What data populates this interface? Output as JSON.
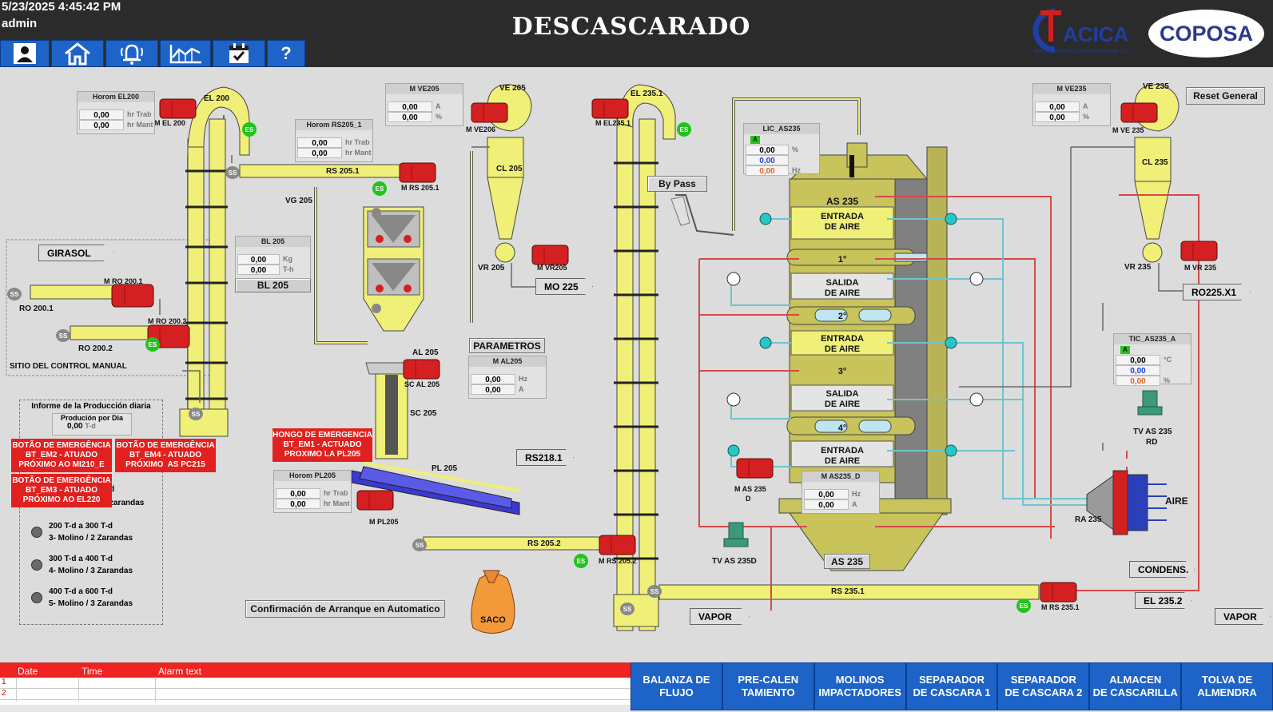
{
  "header": {
    "datetime": "5/23/2025 4:45:42 PM",
    "user": "admin",
    "title": "DESCASCARADO",
    "logo_left_text": "ACICA",
    "logo_left_tagline": "AUTOMATIZACION Y CONTROL INDUSTRIAL, C.A.",
    "logo_right_text": "COPOSA"
  },
  "nav_icons": [
    "user-icon",
    "home-icon",
    "bell-icon",
    "trend-icon",
    "calendar-icon",
    "help-icon"
  ],
  "help_glyph": "?",
  "reset_label": "Reset General",
  "bypass_label": "By Pass",
  "parametros_label": "PARAMETROS",
  "confirm_label": "Confirmación de Arranque en Automatico",
  "equipment": {
    "el200": "EL 200",
    "m_el200": "M EL 200",
    "el235": "EL 235.1",
    "m_el235": "M EL235.1",
    "rs205": "RS 205.1",
    "m_rs205": "M RS 205.1",
    "vg205": "VG 205",
    "ve205": "VE 205",
    "m_ve206": "M VE206",
    "cl205": "CL 205",
    "vr205": "VR 205",
    "m_vr205": "M VR205",
    "mo225": "MO 225",
    "bl205": "BL 205",
    "al205": "AL 205",
    "sc_al205": "SC AL 205",
    "sc205": "SC 205",
    "pl205": "PL 205",
    "m_pl205": "M PL205",
    "rs218": "RS218.1",
    "rs2052": "RS 205.2",
    "m_rs2052": "M RS 205.2",
    "saco": "SACO",
    "girasol": "GIRASOL",
    "ro2001": "RO 200.1",
    "m_ro2001": "M RO 200.1",
    "ro2002": "RO 200.2",
    "m_ro2002": "M RO 200.2",
    "sitio": "SITIO DEL CONTROL MANUAL",
    "as235": "AS 235",
    "ve235": "VE 235",
    "m_ve235l": "M VE 235",
    "cl235": "CL 235",
    "vr235": "VR 235",
    "m_vr235": "M VR 235",
    "ro225": "RO225.X1",
    "tv235rd": "TV AS 235",
    "tv235rd2": "RD",
    "tv235d": "TV AS 235D",
    "ra235": "RA 235",
    "aire": "AIRE",
    "condens": "CONDENS.",
    "el2352": "EL 235.2",
    "vapor": "VAPOR",
    "rs2351": "RS 235.1",
    "m_rs2351": "M RS 235.1",
    "m_as235d": "M AS 235",
    "m_as235d2": "D",
    "ss": "SS",
    "es": "ES"
  },
  "stages": {
    "s1": "AS 235",
    "s1b": "ENTRADA\nDE AIRE",
    "n1": "1°",
    "s2": "SALIDA\nDE AIRE",
    "n2": "2°",
    "s3": "ENTRADA\nDE AIRE",
    "n3": "3°",
    "s4": "SALIDA\nDE AIRE",
    "n4": "4°",
    "s5": "ENTRADA\nDE AIRE"
  },
  "panels": {
    "horom_el200": {
      "title": "Horom EL200",
      "v1": "0,00",
      "u1": "hr Trab",
      "v2": "0,00",
      "u2": "hr Mant"
    },
    "horom_rs205": {
      "title": "Horom RS205_1",
      "v1": "0,00",
      "u1": "hr Trab",
      "v2": "0,00",
      "u2": "hr Mant"
    },
    "m_ve205": {
      "title": "M VE205",
      "v1": "0,00",
      "u1": "A",
      "v2": "0,00",
      "u2": "%"
    },
    "bl205": {
      "title": "BL 205",
      "v1": "0,00",
      "u1": "Kg",
      "v2": "0,00",
      "u2": "T-h"
    },
    "m_al205": {
      "title": "M AL205",
      "v1": "0,00",
      "u1": "Hz",
      "v2": "0,00",
      "u2": "A"
    },
    "horom_pl205": {
      "title": "Horom PL205",
      "v1": "0,00",
      "u1": "hr Trab",
      "v2": "0,00",
      "u2": "hr Mant"
    },
    "lic_as235": {
      "title": "LIC_AS235",
      "flag": "A",
      "v1": "0,00",
      "u1": "%",
      "v2": "0,00",
      "v3": "0,00",
      "u3": "Hz"
    },
    "m_ve235": {
      "title": "M VE235",
      "v1": "0,00",
      "u1": "A",
      "v2": "0,00",
      "u2": "%"
    },
    "tic_as235a": {
      "title": "TIC_AS235_A",
      "flag": "A",
      "v1": "0,00",
      "u1": "°C",
      "v2": "0,00",
      "v3": "0,00",
      "u3": "%"
    },
    "m_as235d": {
      "title": "M AS235_D",
      "v1": "0,00",
      "u1": "Hz",
      "v2": "0,00",
      "u2": "A"
    }
  },
  "production": {
    "title": "Informe de la Producción diaria",
    "subtitle": "Produción por Dia",
    "value": "0,00",
    "unit": "T-d",
    "partial1": "d",
    "partial2": "zarandas",
    "options": [
      {
        "range": "200 T-d  a  300 T-d",
        "desc": "3- Molino / 2 Zarandas"
      },
      {
        "range": "300 T-d  a  400 T-d",
        "desc": "4- Molino / 3 Zarandas"
      },
      {
        "range": "400 T-d  a  600 T-d",
        "desc": "5- Molino / 3 Zarandas"
      }
    ]
  },
  "emergencies": [
    "BOTÃO DE EMERGÊNCIA\nBT_EM2 - ATUADO\nPRÓXIMO AO MI210_E",
    "BOTÃO DE EMERGÊNCIA\nBT_EM4 - ATUADO\nPRÓXIMO  AS PC215",
    "BOTÃO DE EMERGÊNCIA\nBT_EM3 - ATUADO\nPRÓXIMO AO EL220",
    "HONGO DE EMERGENCIA\nBT_EM1 - ACTUADO\nPROXIMO LA PL205"
  ],
  "alarm_table": {
    "columns": [
      "Date",
      "Time",
      "Alarm text"
    ],
    "rows": [
      "1",
      "2"
    ]
  },
  "footer_nav": [
    "BALANZA DE\nFLUJO",
    "PRE-CALEN\nTAMIENTO",
    "MOLINOS\nIMPACTADORES",
    "SEPARADOR\nDE  CASCARA 1",
    "SEPARADOR\nDE CASCARA 2",
    "ALMACEN\nDE CASCARILLA",
    "TOLVA DE\nALMENDRA"
  ],
  "colors": {
    "structure": "#f0ef78",
    "motor": "#d42020",
    "es_indicator": "#23c31e",
    "button_blue": "#1e63c7",
    "alarm_red": "#e1211f",
    "hot_pipe": "#d24a4a",
    "air_pipe": "#6fc4cc"
  }
}
